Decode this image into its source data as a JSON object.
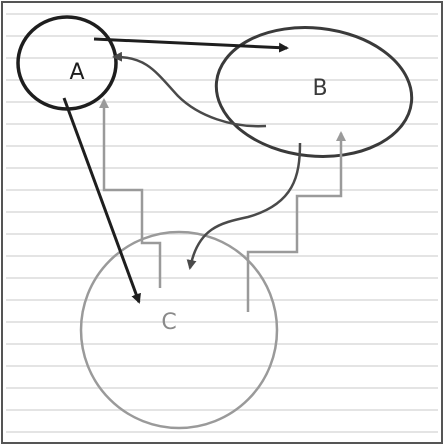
{
  "diagram": {
    "nodes": {
      "a": {
        "label": "A",
        "stroke": "#1e1e1e"
      },
      "b": {
        "label": "B",
        "stroke": "#3a3a3a"
      },
      "c": {
        "label": "C",
        "stroke": "#9a9a9a"
      }
    },
    "edges": [
      {
        "from": "A",
        "to": "B",
        "style": "straight",
        "color": "#1e1e1e"
      },
      {
        "from": "A",
        "to": "C",
        "style": "straight",
        "color": "#1e1e1e"
      },
      {
        "from": "B",
        "to": "A",
        "style": "curved",
        "color": "#4a4a4a"
      },
      {
        "from": "B",
        "to": "C",
        "style": "curved",
        "color": "#4a4a4a"
      },
      {
        "from": "C",
        "to": "A",
        "style": "elbow",
        "color": "#9a9a9a"
      },
      {
        "from": "C",
        "to": "B",
        "style": "elbow",
        "color": "#9a9a9a"
      }
    ]
  }
}
